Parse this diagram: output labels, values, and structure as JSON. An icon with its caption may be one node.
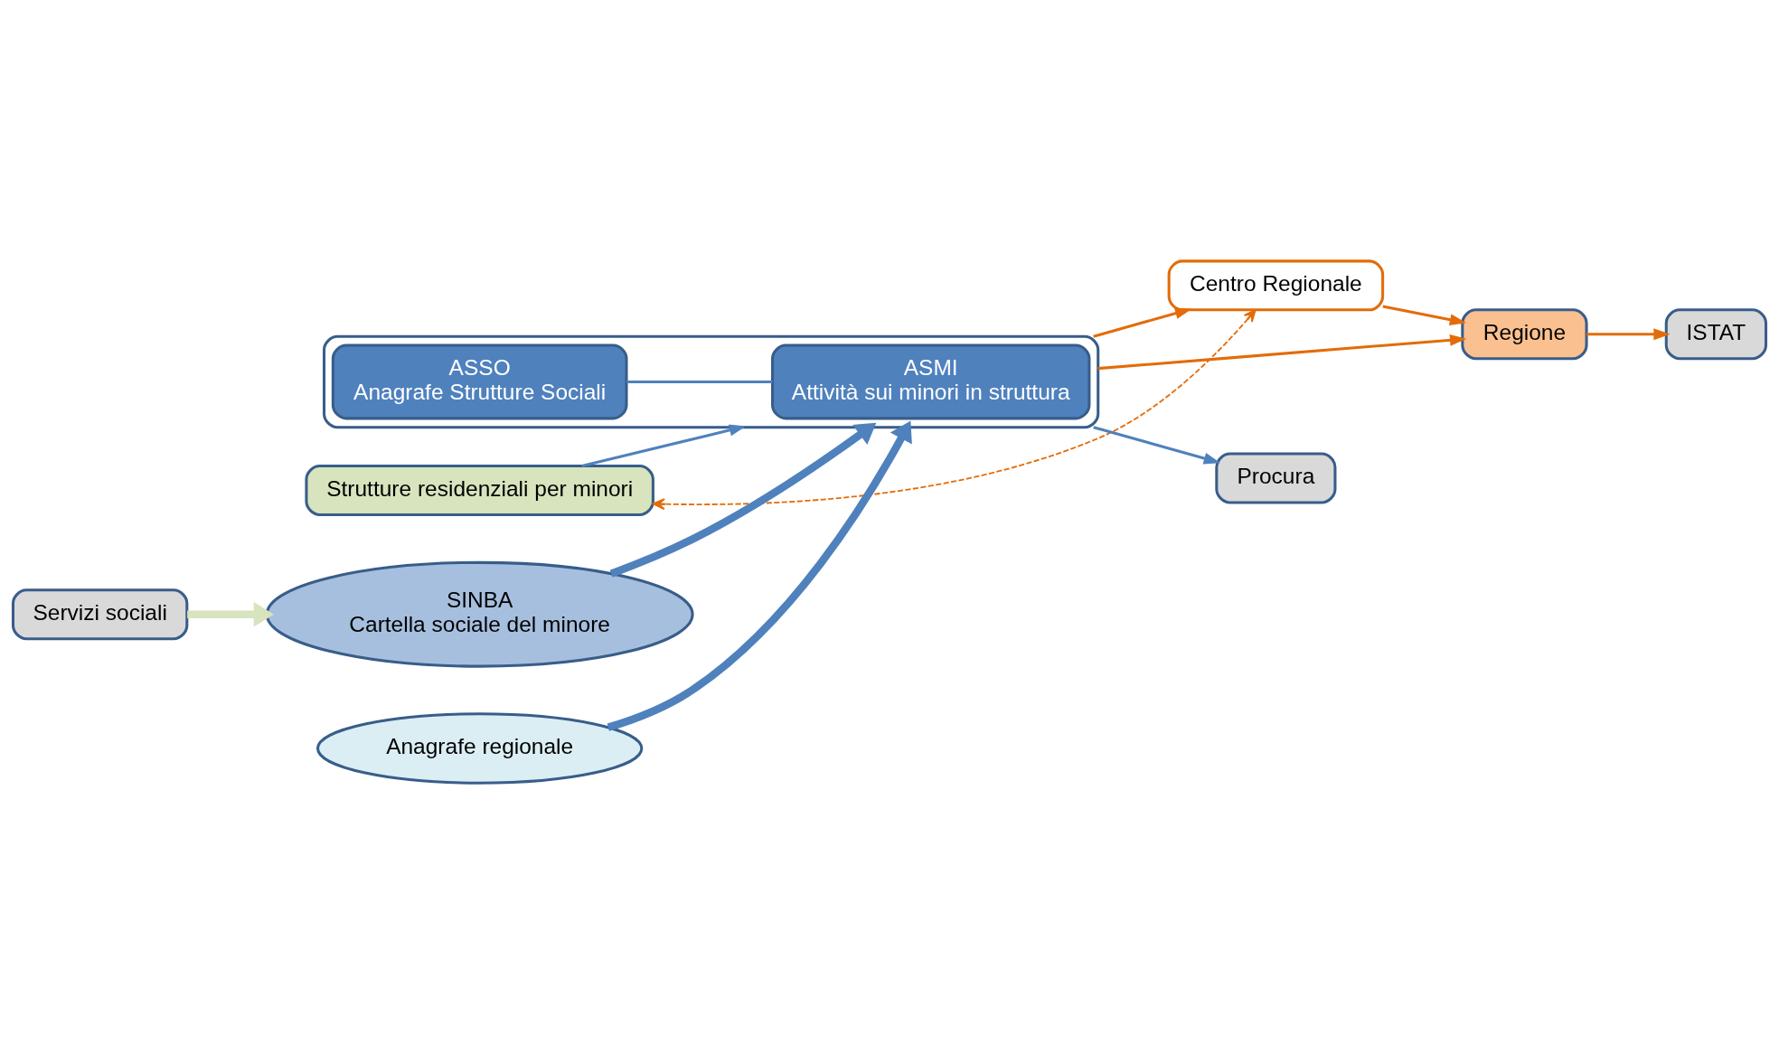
{
  "diagram": {
    "nodes": [
      {
        "text": [
          "Centro Regionale"
        ]
      },
      {
        "text": [
          "Strutture residenziali per minori"
        ]
      },
      {
        "text": [],
        "shape": "box"
      },
      {
        "text": [
          "ASSO",
          "Anagrafe Strutture Sociali"
        ],
        "in": 2
      },
      {
        "text": [
          "ASMI",
          "Attività sui minori in struttura"
        ],
        "in": 2
      },
      {
        "text": [
          "Regione"
        ]
      },
      {
        "text": [
          "ISTAT"
        ]
      },
      {
        "text": [
          "Procura"
        ]
      },
      {
        "text": [
          "Servizi sociali"
        ]
      },
      {
        "text": [
          "SINBA",
          "Cartella sociale del minore"
        ]
      },
      {
        "text": [
          "Anagrafe regionale"
        ]
      }
    ],
    "edges": [
      {
        "from": 0,
        "to": 1,
        "arrow": "both",
        "style": "dashed",
        "color": "#e36c09"
      },
      {
        "from": 1,
        "to": 2,
        "arrow": "to",
        "color": "#4f81bd"
      },
      {
        "from": 2,
        "to": 0,
        "arrow": "to",
        "color": "#e36c09"
      },
      {
        "from": 0,
        "to": 5,
        "arrow": "to",
        "color": "#e36c09"
      },
      {
        "from": 2,
        "to": 5,
        "arrow": "to",
        "color": "#e36c09"
      },
      {
        "from": 5,
        "to": 6,
        "arrow": "to",
        "color": "#e36c09"
      },
      {
        "from": 2,
        "to": 7,
        "arrow": "to",
        "color": "#4f81bd"
      },
      {
        "from": 3,
        "to": 4,
        "arrow": "none",
        "color": "#4f81bd"
      },
      {
        "from": 9,
        "to": 2,
        "arrow": "to",
        "style": "thick",
        "color": "#4f81bd"
      },
      {
        "from": 10,
        "to": 2,
        "arrow": "to",
        "style": "thick",
        "color": "#4f81bd"
      },
      {
        "from": 8,
        "to": 9,
        "arrow": "to",
        "style": "thick",
        "color": "#d7e4bd"
      }
    ]
  }
}
